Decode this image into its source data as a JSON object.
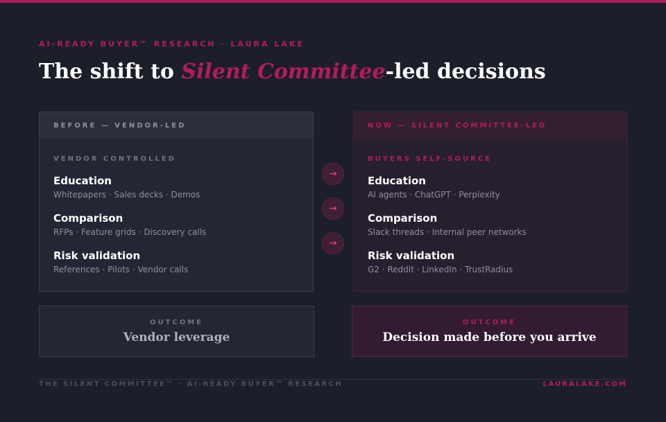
{
  "eyebrow": "AI-READY BUYER™ RESEARCH · LAURA LAKE",
  "title": {
    "prefix": "The shift to ",
    "accent": "Silent Committee",
    "suffix": "-led decisions"
  },
  "before": {
    "header": "BEFORE — VENDOR-LED",
    "subheader": "VENDOR CONTROLLED",
    "items": [
      {
        "title": "Education",
        "desc": "Whitepapers · Sales decks · Demos"
      },
      {
        "title": "Comparison",
        "desc": "RFPs · Feature grids · Discovery calls"
      },
      {
        "title": "Risk validation",
        "desc": "References · Pilots · Vendor calls"
      }
    ]
  },
  "now": {
    "header": "NOW — SILENT COMMITTEE-LED",
    "subheader": "BUYERS SELF-SOURCE",
    "items": [
      {
        "title": "Education",
        "desc": "AI agents · ChatGPT · Perplexity"
      },
      {
        "title": "Comparison",
        "desc": "Slack threads · Internal peer networks"
      },
      {
        "title": "Risk validation",
        "desc": "G2 · Reddit · LinkedIn · TrustRadius"
      }
    ]
  },
  "arrows": [
    "→",
    "→",
    "→"
  ],
  "outcomes": {
    "left": {
      "label": "OUTCOME",
      "value": "Vendor leverage"
    },
    "right": {
      "label": "OUTCOME",
      "value": "Decision made before you arrive"
    }
  },
  "footer": {
    "left": "THE SILENT COMMITTEE™ · AI-READY BUYER™ RESEARCH",
    "right": "LAURALAKE.COM"
  },
  "colors": {
    "accent": "#b31c5c",
    "background": "#1c1f29"
  }
}
